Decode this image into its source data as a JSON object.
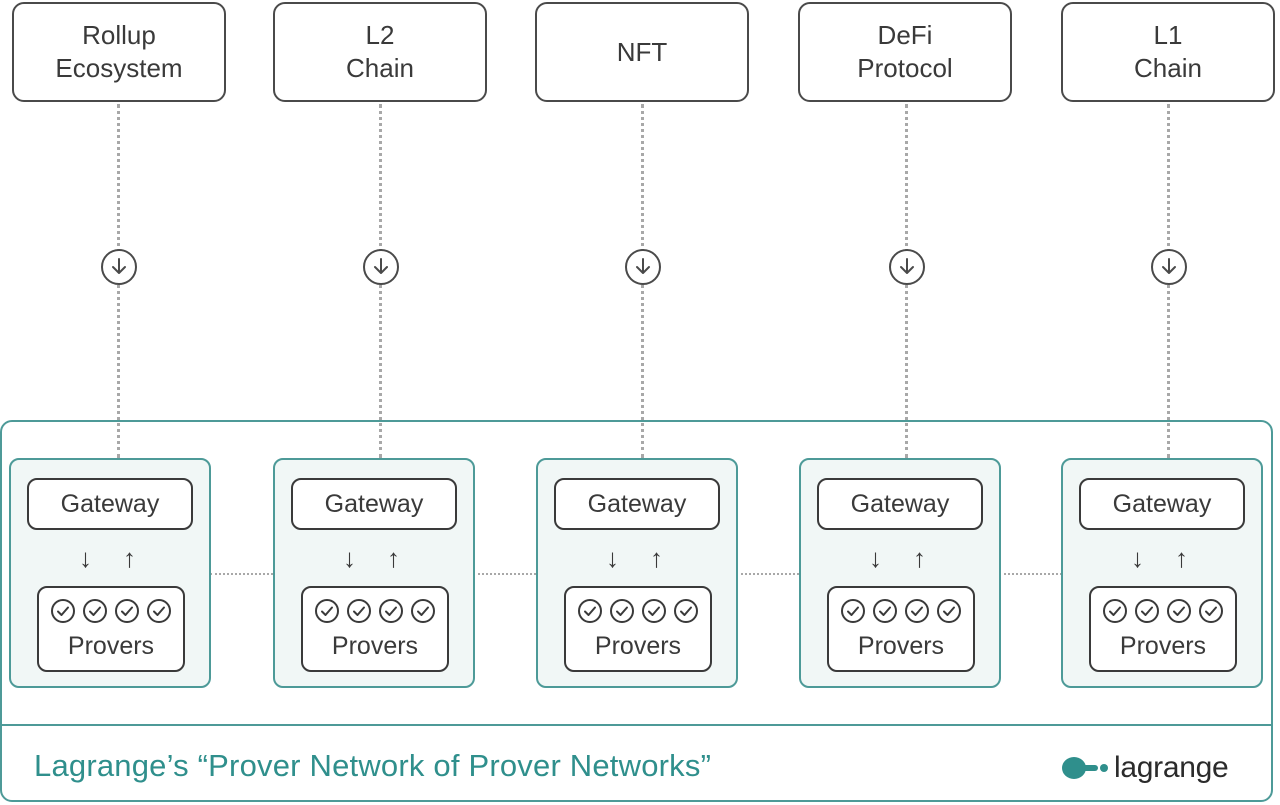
{
  "sources": [
    {
      "id": "rollup",
      "lines": [
        "Rollup",
        "Ecosystem"
      ]
    },
    {
      "id": "l2",
      "lines": [
        "L2",
        "Chain"
      ]
    },
    {
      "id": "nft",
      "lines": [
        "NFT"
      ]
    },
    {
      "id": "defi",
      "lines": [
        "DeFi",
        "Protocol"
      ]
    },
    {
      "id": "l1",
      "lines": [
        "L1",
        "Chain"
      ]
    }
  ],
  "node": {
    "gateway_label": "Gateway",
    "provers_label": "Provers",
    "down_arrow": "↓",
    "up_arrow": "↑",
    "prover_count": 4
  },
  "footer": {
    "title": "Lagrange’s “Prover Network of Prover Networks”",
    "logo_text": "lagrange"
  },
  "colors": {
    "teal": "#4d9a98",
    "title_teal": "#2f8f8c",
    "node_fill": "#f1f7f6",
    "outline": "#3a3a3a",
    "dotted": "#a8a8a8"
  },
  "icons": {
    "arrow_circle": "down-arrow-circle-icon",
    "check": "check-circle-icon",
    "logo": "lagrange-logo-icon"
  }
}
